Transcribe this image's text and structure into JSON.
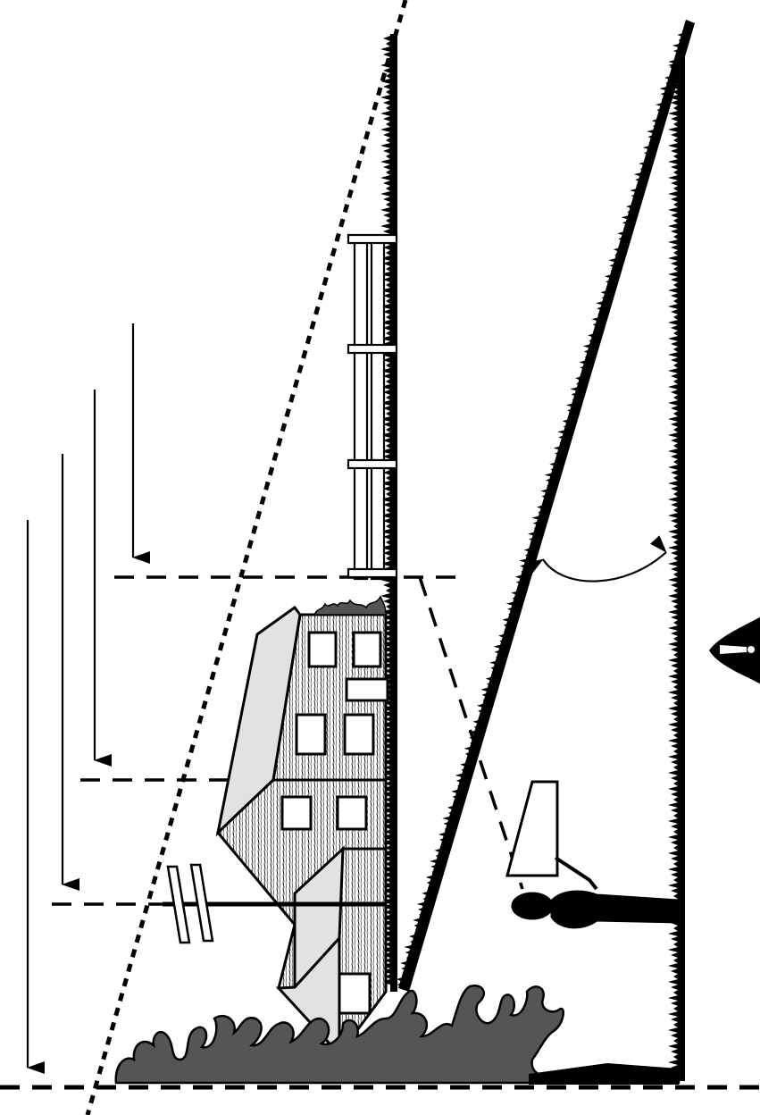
{
  "colors": {
    "ink": "#000000",
    "paper": "#ffffff",
    "flame": "#555555",
    "smoke_panel": "#e2e2e2",
    "hatch": "#333333"
  },
  "icons": {
    "hazard": "warning-triangle-icon"
  },
  "diagram": {
    "arrows": [
      "arrow-1",
      "arrow-2",
      "arrow-3",
      "arrow-4"
    ],
    "levels": [
      "level-1",
      "level-2",
      "level-3",
      "ground"
    ]
  }
}
